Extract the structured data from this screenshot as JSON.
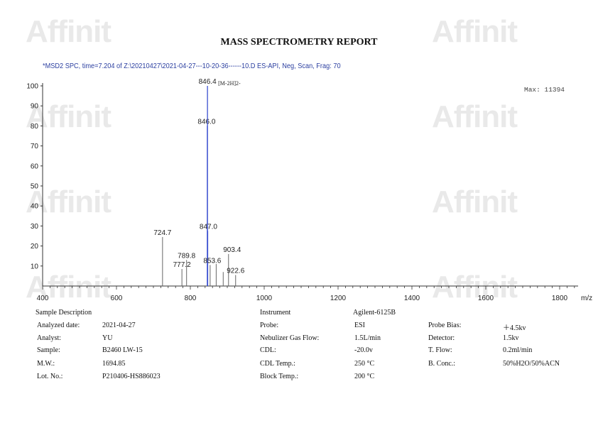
{
  "report_title": "MASS SPECTROMETRY REPORT",
  "spectrum_header": "*MSD2 SPC, time=7.204 of Z:\\20210427\\2021-04-27---10-20-36------10.D   ES-API, Neg, Scan, Frag: 70",
  "max_label": "Max: 11394",
  "watermark_text": "Affinit",
  "chart_data": {
    "type": "bar",
    "xlabel": "m/z",
    "ylabel": "",
    "xlim": [
      400,
      1850
    ],
    "ylim": [
      0,
      100
    ],
    "x_ticks": [
      400,
      600,
      800,
      1000,
      1200,
      1400,
      1600,
      1800
    ],
    "y_ticks": [
      10,
      20,
      30,
      40,
      50,
      60,
      70,
      80,
      90,
      100
    ],
    "peaks": [
      {
        "mz": 724.7,
        "intensity": 24.5,
        "label": "724.7"
      },
      {
        "mz": 777.2,
        "intensity": 8.5,
        "label": "777.2"
      },
      {
        "mz": 789.8,
        "intensity": 13,
        "label": "789.8"
      },
      {
        "mz": 846.0,
        "intensity": 80,
        "label": "846.0"
      },
      {
        "mz": 846.4,
        "intensity": 100,
        "label": "846.4"
      },
      {
        "mz": 847.0,
        "intensity": 27.5,
        "label": "847.0"
      },
      {
        "mz": 853.6,
        "intensity": 10.5,
        "label": "853.6"
      },
      {
        "mz": 870.0,
        "intensity": 11,
        "label": ""
      },
      {
        "mz": 889.0,
        "intensity": 7,
        "label": ""
      },
      {
        "mz": 903.4,
        "intensity": 16,
        "label": "903.4"
      },
      {
        "mz": 922.6,
        "intensity": 5.5,
        "label": "922.6"
      }
    ],
    "annotations": [
      {
        "text": "[M-2H]2-",
        "near_peak": "846.4"
      }
    ]
  },
  "details": {
    "sample_description": "Sample Description",
    "left": [
      {
        "label": "Analyzed date:",
        "value": "2021-04-27"
      },
      {
        "label": "Analyst:",
        "value": "YU"
      },
      {
        "label": "Sample:",
        "value": "B2460 LW-15"
      },
      {
        "label": "M.W.:",
        "value": "1694.85"
      },
      {
        "label": "Lot. No.:",
        "value": "P210406-HS886023"
      }
    ],
    "instrument_label": "Instrument",
    "instrument_value": "Agilent-6125B",
    "middle": [
      {
        "label": "Probe:",
        "value": "ESI"
      },
      {
        "label": "Nebulizer Gas Flow:",
        "value": "1.5L/min"
      },
      {
        "label": "CDL:",
        "value": "-20.0v"
      },
      {
        "label": "CDL Temp.:",
        "value": "250 °C"
      },
      {
        "label": "Block Temp.:",
        "value": "200 °C"
      }
    ],
    "right": [
      {
        "label": "Probe Bias:",
        "value": "＋4.5kv"
      },
      {
        "label": "Detector:",
        "value": "1.5kv"
      },
      {
        "label": "T. Flow:",
        "value": "0.2ml/min"
      },
      {
        "label": "B. Conc.:",
        "value": "50%H2O/50%ACN"
      }
    ]
  }
}
